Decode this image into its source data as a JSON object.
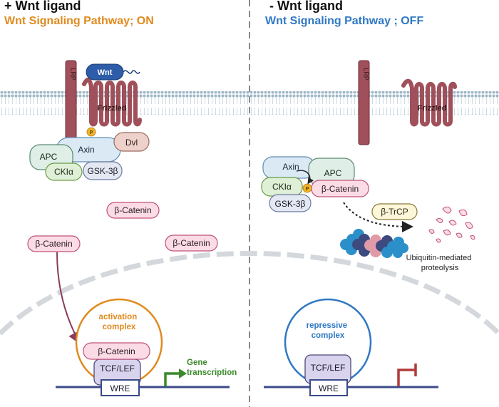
{
  "panels": {
    "left": {
      "heading": "+ Wnt ligand",
      "subheading": "Wnt Signaling Pathway; ON",
      "subheading_color": "#e08a1e",
      "labels": {
        "lrp": "LRP",
        "wnt": "Wnt",
        "frizzled": "Frizzled",
        "phospho": "P",
        "dvl": "Dvl",
        "axin": "Axin",
        "apc": "APC",
        "ckia": "CKIα",
        "gsk3b": "GSK-3β",
        "beta_catenin": "β-Catenin",
        "activation_complex": "activation complex",
        "tcf_lef": "TCF/LEF",
        "wre": "WRE",
        "gene_transcription": "Gene transcription"
      }
    },
    "right": {
      "heading": "- Wnt ligand",
      "subheading": "Wnt Signaling Pathway ; OFF",
      "subheading_color": "#2f78c4",
      "labels": {
        "lrp": "LRP",
        "frizzled": "Frizzled",
        "axin": "Axin",
        "apc": "APC",
        "ckia": "CKIα",
        "gsk3b": "GSK-3β",
        "phospho": "P",
        "beta_catenin": "β-Catenin",
        "btrcp": "β-TrCP",
        "proteolysis": "Ubiquitin-mediated proteolysis",
        "repressive_complex": "repressive complex",
        "tcf_lef": "TCF/LEF",
        "wre": "WRE"
      }
    }
  },
  "colors": {
    "membrane": "#9fb7c8",
    "receptor": "#a0505a",
    "catenin_fill": "#fbdce6",
    "catenin_stroke": "#c0527a",
    "complex_fill": "#dfeee6",
    "complex_stroke": "#5a8a70",
    "axin_fill": "#dbe9f5",
    "dvl_fill": "#efd1cb",
    "wnt_fill": "#2d5ca8",
    "phospho_fill": "#f0b429",
    "activation": "#e08a1e",
    "repressive": "#2f78c4",
    "dna": "#3b4a8a",
    "transcription": "#3a8a2a",
    "repression": "#b03a3a",
    "tcf_fill": "#d9d3ee",
    "proteasome_blue": "#2b8fc9",
    "proteasome_pink": "#e19aa8",
    "proteasome_navy": "#3c4a80"
  }
}
